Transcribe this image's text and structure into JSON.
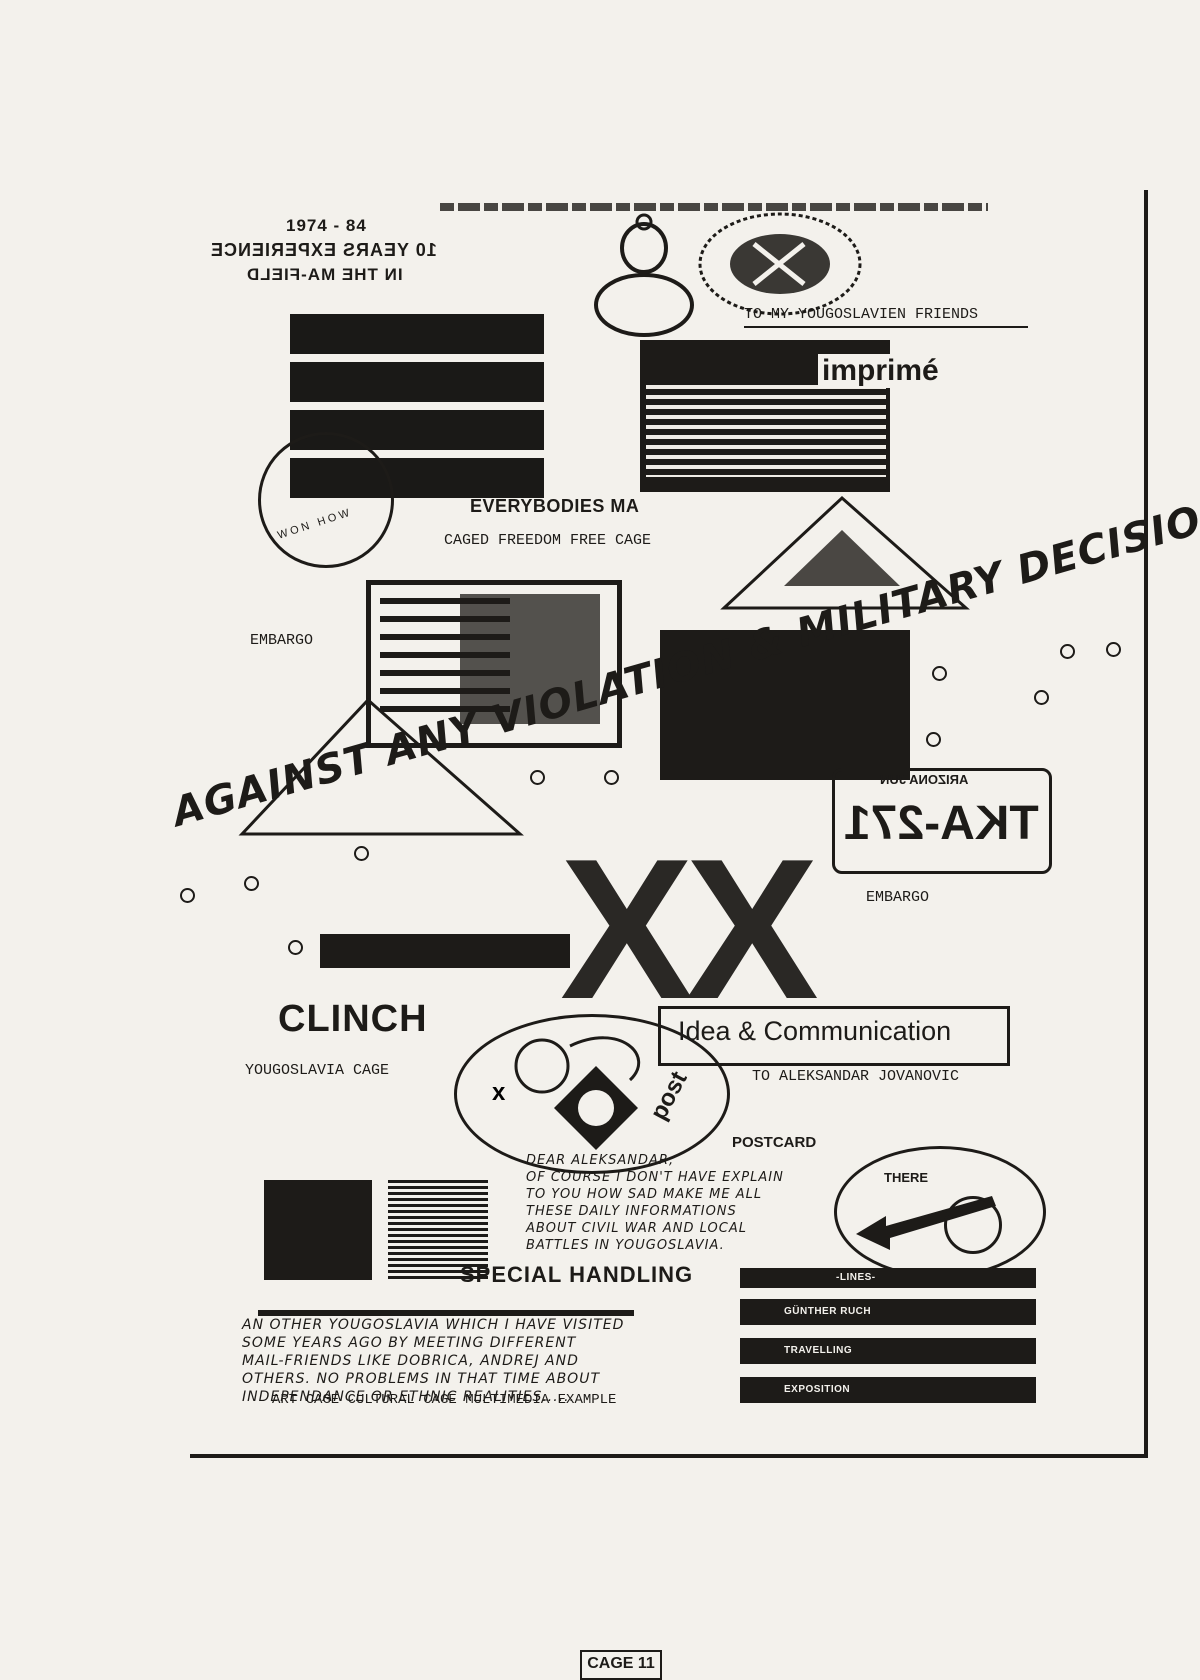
{
  "header": {
    "year_range": "1974 - 84",
    "mirror_line_1": "10 YEARS EXPERIENCE",
    "mirror_line_2": "IN THE MA-FIELD"
  },
  "collage": {
    "to_friends": "TO MY YOUGOSLAVIEN FRIENDS",
    "imprime": "imprimé",
    "everybodies": "EVERYBODIES MA",
    "caged_freedom": "CAGED FREEDOM FREE CAGE",
    "stamp_text": "WON HOW",
    "embargo_1": "EMBARGO",
    "embargo_2": "EMBARGO",
    "plate_text": "TKA-271",
    "plate_arizona": "ARIZONA JUN",
    "slogan": "AGAINST ANY VIOLATION & MILITARY DECISION",
    "xx": "XX",
    "clinch": "CLINCH",
    "idea": "Idea & Communication",
    "yougo_cage": "YOUGOSLAVIA CAGE",
    "to_aleksandar": "TO ALEKSANDAR JOVANOVIC",
    "post": "post",
    "postcard": "POSTCARD",
    "there": "THERE",
    "special_handling": "SPECIAL HANDLING",
    "art_cage": "ART CAGE CULTURAL CAGE MULTIMEDIA EXAMPLE"
  },
  "letter_lines": [
    "DEAR ALEKSANDAR,",
    "OF COURSE I DON'T HAVE EXPLAIN",
    "TO YOU HOW SAD MAKE ME ALL",
    "THESE DAILY INFORMATIONS",
    "ABOUT CIVIL WAR AND LOCAL",
    "BATTLES IN YOUGOSLAVIA."
  ],
  "hand_lines": [
    "AN OTHER YOUGOSLAVIA WHICH I HAVE VISITED",
    "SOME YEARS AGO BY MEETING DIFFERENT",
    "MAIL-FRIENDS LIKE DOBRICA, ANDREJ AND",
    "OTHERS. NO PROBLEMS IN THAT TIME ABOUT",
    "INDEPENDANCE OR ETHNIC REALITIES......"
  ],
  "lines_panel": {
    "header": "-LINES-",
    "items": [
      "GÜNTHER RUCH",
      "TRAVELLING",
      "EXPOSITION"
    ]
  },
  "footer": {
    "page_label": "CAGE 11"
  }
}
